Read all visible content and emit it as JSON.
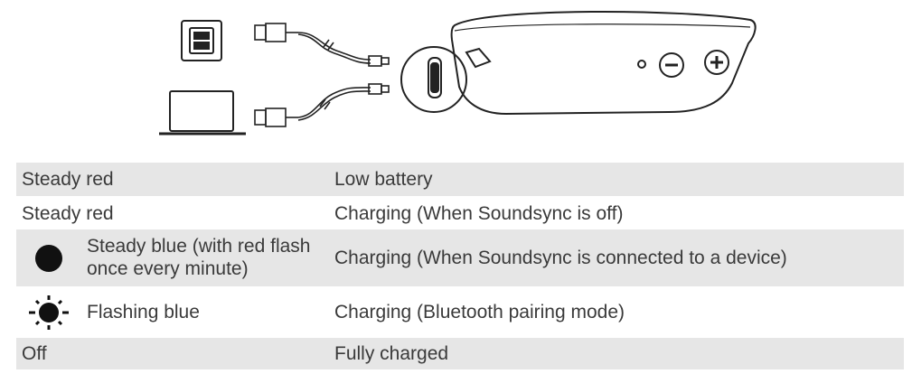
{
  "illustration": {
    "items": [
      "usb-wall-charger-icon",
      "laptop-icon",
      "usb-cable-icon",
      "micro-usb-plug-icon",
      "speaker-device-illustration"
    ]
  },
  "led_table": {
    "rows": [
      {
        "status": "Steady red",
        "meaning": "Low battery",
        "icon": "",
        "shaded": true
      },
      {
        "status": "Steady red",
        "meaning": "Charging (When Soundsync is off)",
        "icon": "",
        "shaded": false
      },
      {
        "status": "Steady blue (with red flash once every minute)",
        "meaning": "Charging (When Soundsync is connected to a device)",
        "icon": "solid-dot-icon",
        "shaded": true
      },
      {
        "status": "Flashing blue",
        "meaning": "Charging (Bluetooth pairing mode)",
        "icon": "flashing-light-icon",
        "shaded": false
      },
      {
        "status": "Off",
        "meaning": "Fully charged",
        "icon": "",
        "shaded": true
      }
    ]
  },
  "colors": {
    "row_shade": "#e6e6e6",
    "text": "#3a3a3a",
    "line_art": "#222222"
  }
}
